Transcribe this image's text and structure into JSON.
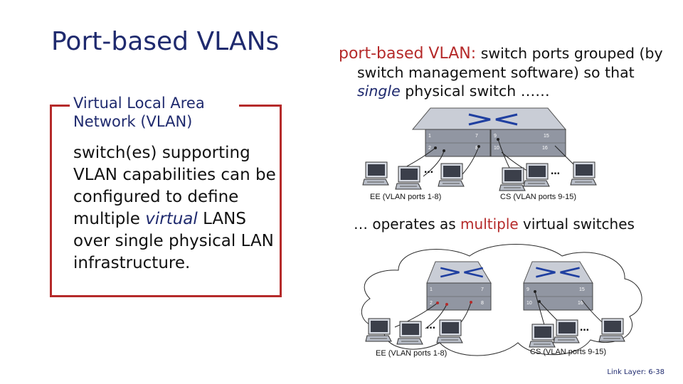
{
  "title": "Port-based VLANs",
  "box": {
    "heading_line1": "Virtual Local Area",
    "heading_line2": "Network (VLAN)",
    "body_part1": "switch(es) supporting VLAN capabilities can be configured to define multiple ",
    "body_emphasis": "virtual",
    "body_part2": " LANS over single physical LAN infrastructure."
  },
  "description": {
    "lead": "port-based VLAN:",
    "text1": " switch ports grouped (by",
    "text2": "switch management software) so that",
    "emphasis": "single",
    "text3": " physical switch ……"
  },
  "middle_caption": {
    "part1": "… operates as ",
    "highlight": "multiple",
    "part2": " virtual switches"
  },
  "top_switch": {
    "port_labels": [
      "1",
      "7",
      "9",
      "15",
      "2",
      "8",
      "10",
      "16"
    ],
    "left_label": "EE (VLAN ports 1-8)",
    "right_label": "CS (VLAN ports 9-15)",
    "ellipsis_left": "…",
    "ellipsis_right": "…"
  },
  "bottom_switches": {
    "ee_port_labels": [
      "1",
      "7",
      "2",
      "8"
    ],
    "cs_port_labels": [
      "9",
      "15",
      "10",
      "16"
    ],
    "left_label": "EE (VLAN ports 1-8)",
    "right_label": "CS (VLAN ports 9-15)",
    "ellipsis_left": "…",
    "ellipsis_right": "…"
  },
  "colors": {
    "title": "#1f2a6e",
    "accent": "#b52a2a",
    "switch": "#8a8f9c",
    "cloud": "#2a2a2a"
  },
  "footer": "Link Layer: 6-38"
}
